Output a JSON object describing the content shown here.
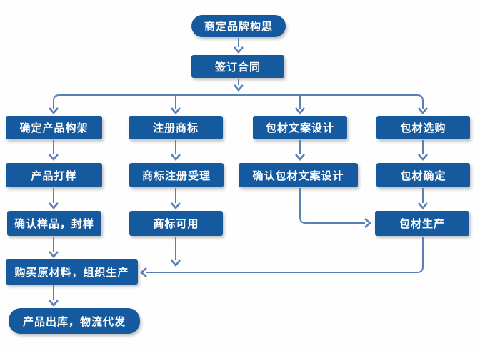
{
  "diagram": {
    "type": "flowchart",
    "colors": {
      "node_fill": "#15599f",
      "node_text": "#ffffff",
      "connector": "#5b80b5",
      "background": "#fefefe"
    },
    "nodes": [
      {
        "id": "brand-idea",
        "label": "商定品牌构思",
        "shape": "rounded"
      },
      {
        "id": "sign-contract",
        "label": "签订合同",
        "shape": "rect"
      },
      {
        "id": "define-product-structure",
        "label": "确定产品构架",
        "shape": "rect"
      },
      {
        "id": "register-trademark",
        "label": "注册商标",
        "shape": "rect"
      },
      {
        "id": "packaging-copy-design",
        "label": "包材文案设计",
        "shape": "rect"
      },
      {
        "id": "packaging-selection",
        "label": "包材选购",
        "shape": "rect"
      },
      {
        "id": "product-sampling",
        "label": "产品打样",
        "shape": "rect"
      },
      {
        "id": "trademark-acceptance",
        "label": "商标注册受理",
        "shape": "rect"
      },
      {
        "id": "confirm-packaging-copy",
        "label": "确认包材文案设计",
        "shape": "rect"
      },
      {
        "id": "packaging-confirmed",
        "label": "包材确定",
        "shape": "rect"
      },
      {
        "id": "confirm-sample-seal",
        "label": "确认样品，封样",
        "shape": "rect"
      },
      {
        "id": "trademark-usable",
        "label": "商标可用",
        "shape": "rect"
      },
      {
        "id": "packaging-production",
        "label": "包材生产",
        "shape": "rect"
      },
      {
        "id": "purchase-materials",
        "label": "购买原材料，组织生产",
        "shape": "rect"
      },
      {
        "id": "product-shipment",
        "label": "产品出库，物流代发",
        "shape": "rounded"
      }
    ],
    "edges": [
      {
        "from": "brand-idea",
        "to": "sign-contract"
      },
      {
        "from": "sign-contract",
        "to": "define-product-structure"
      },
      {
        "from": "sign-contract",
        "to": "register-trademark"
      },
      {
        "from": "sign-contract",
        "to": "packaging-copy-design"
      },
      {
        "from": "sign-contract",
        "to": "packaging-selection"
      },
      {
        "from": "define-product-structure",
        "to": "product-sampling"
      },
      {
        "from": "product-sampling",
        "to": "confirm-sample-seal"
      },
      {
        "from": "confirm-sample-seal",
        "to": "purchase-materials"
      },
      {
        "from": "purchase-materials",
        "to": "product-shipment"
      },
      {
        "from": "register-trademark",
        "to": "trademark-acceptance"
      },
      {
        "from": "trademark-acceptance",
        "to": "trademark-usable"
      },
      {
        "from": "trademark-usable",
        "to": "purchase-materials"
      },
      {
        "from": "packaging-copy-design",
        "to": "confirm-packaging-copy"
      },
      {
        "from": "confirm-packaging-copy",
        "to": "packaging-production"
      },
      {
        "from": "packaging-selection",
        "to": "packaging-confirmed"
      },
      {
        "from": "packaging-confirmed",
        "to": "packaging-production"
      },
      {
        "from": "packaging-production",
        "to": "purchase-materials"
      }
    ]
  }
}
